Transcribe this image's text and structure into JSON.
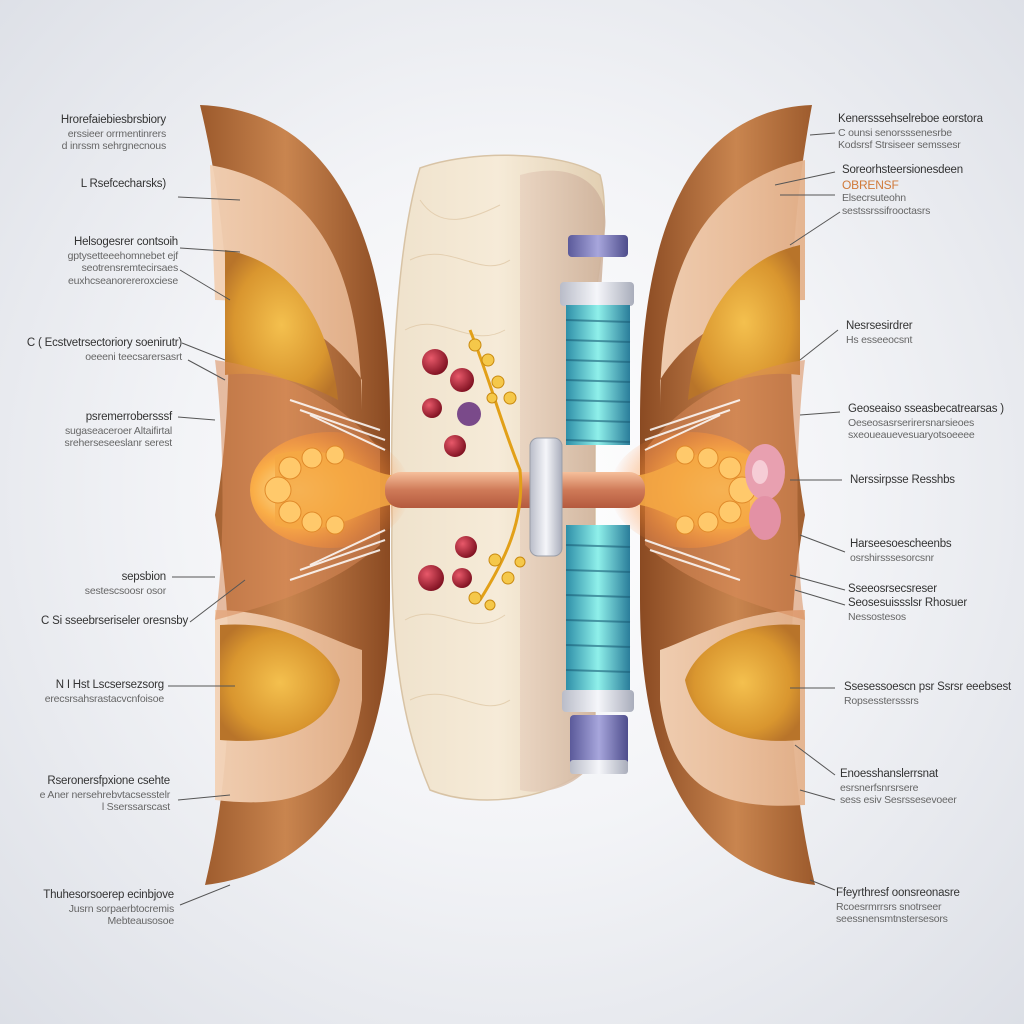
{
  "diagram": {
    "labels_left": [
      {
        "lines": [
          "Hrorefaiebiesbrsbiory",
          "erssieer orrmentinrers",
          "d inrssm sehrgnecnous"
        ]
      },
      {
        "lines": [
          "L Rsefcecharsks)"
        ]
      },
      {
        "lines": [
          "Helsogesrer contsoih",
          "gptysetteeehomnebet ejf",
          "seotrensremtecirsaes",
          "euxhcseanorereroxciese"
        ]
      },
      {
        "lines": [
          "C ( Ecstvetrsectoriory soenirutr)",
          "oeeeni teecsarersasrt"
        ]
      },
      {
        "lines": [
          "psremerrobersssf",
          "sugaseaceroer Altaifirtal",
          "sreherseseeslanr serest"
        ]
      },
      {
        "lines": [
          "sepsbion",
          "sestescsoosr osor"
        ]
      },
      {
        "lines": [
          "C Si sseebrseriseler oresnsby"
        ]
      },
      {
        "lines": [
          "N I Hst Lscsersezsorg",
          "erecsrsahsrastacvcnfoisoe"
        ]
      },
      {
        "lines": [
          "Rseronersfpxione csehte",
          "e Aner nersehrebvtacsesstelr",
          "l Sserssarscast"
        ]
      },
      {
        "lines": [
          "Thuhesorsoerep ecinbjove",
          "Jusrn sorpaerbtocremis",
          "Mebteausosoe"
        ]
      }
    ],
    "labels_right": [
      {
        "lines": [
          "Kenersssehselreboe eorstora",
          "C ounsi senorsssenesrbe",
          "Kodsrsf Strsiseer semssesr"
        ]
      },
      {
        "lines": [
          "Soreorhsteersionesdeen",
          "OBRENSF",
          "Elsecrsuteohn",
          "sestssrssifrooctasrs"
        ]
      },
      {
        "lines": [
          "Nesrsesirdrer",
          "Hs esseeocsnt"
        ]
      },
      {
        "lines": [
          "Geoseaiso sseasbecatrearsas )",
          "Oeseosasrserirersnarsieoes",
          "sxeoueauevesuaryotsoeeee"
        ]
      },
      {
        "lines": [
          "Nerssirpsse Resshbs"
        ]
      },
      {
        "lines": [
          "Harseesoescheenbs",
          "osrshirsssesorcsnr"
        ]
      },
      {
        "lines": [
          "Sseeosrsecsreser",
          "Seosesuissslsr Rhosuer",
          "Nessostesos"
        ]
      },
      {
        "lines": [
          "Ssesessoescn psr  Ssrsr eeebsest",
          "Ropsesstersssrs"
        ]
      },
      {
        "lines": [
          "Enoesshanslerrsnat",
          "esrsnerfsnrsrsere",
          "sess esiv Sesrssesevoeer"
        ]
      },
      {
        "lines": [
          "Ffeyrthresf oonsreonasre",
          "Rcoesrmrrsrs snotrseer",
          "seessnensmtnstersesors"
        ]
      }
    ]
  }
}
